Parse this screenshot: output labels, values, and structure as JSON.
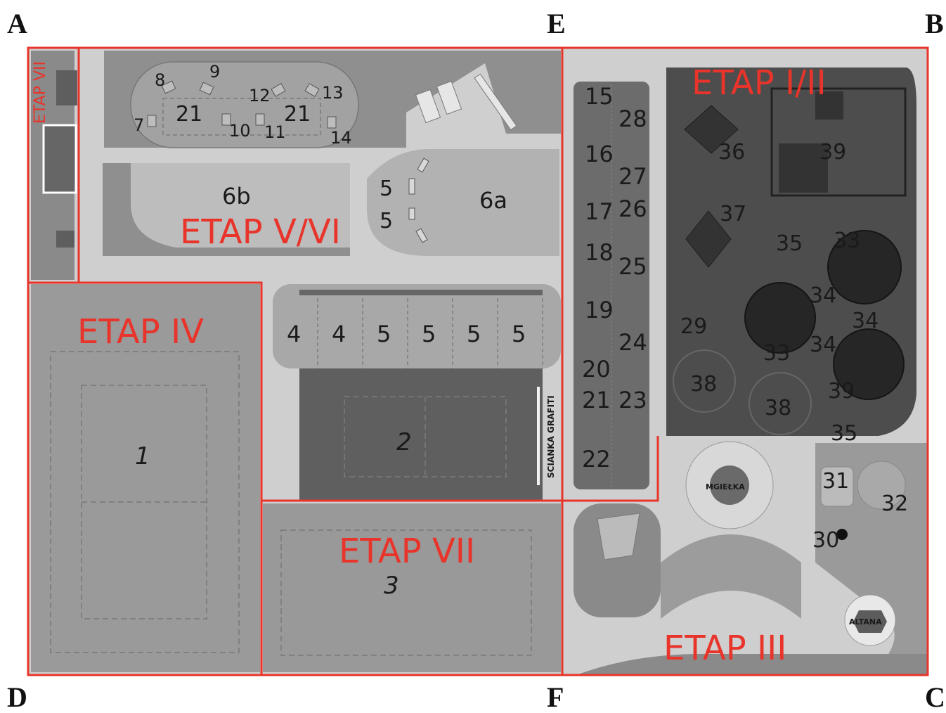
{
  "corners": {
    "A": "A",
    "B": "B",
    "C": "C",
    "D": "D",
    "E": "E",
    "F": "F"
  },
  "etaps": {
    "vii_side": "ETAP VII",
    "v_vi": "ETAP V/VI",
    "i_ii": "ETAP I/II",
    "iv": "ETAP IV",
    "vii": "ETAP VII",
    "iii": "ETAP III"
  },
  "labels": {
    "top_left": [
      "8",
      "9",
      "12",
      "13",
      "7",
      "21",
      "10",
      "11",
      "21",
      "14"
    ],
    "field_6b": "6b",
    "field_6a": "6a",
    "five_a": "5",
    "five_b": "5",
    "court_row": [
      "4",
      "4",
      "5",
      "5",
      "5",
      "5"
    ],
    "court_1": "1",
    "court_2": "2",
    "court_3": "3",
    "graffiti": "SCIANKA GRAFITI",
    "strip_left": [
      "15",
      "16",
      "17",
      "18",
      "19",
      "20",
      "21",
      "22"
    ],
    "strip_right": [
      "28",
      "27",
      "26",
      "25",
      "24",
      "23"
    ],
    "right_area": [
      "36",
      "39",
      "37",
      "35",
      "33",
      "34",
      "34",
      "29",
      "33",
      "34",
      "38",
      "38",
      "39",
      "35",
      "31",
      "32",
      "30"
    ],
    "mgielka": "MGIEŁKA",
    "altana": "ALTANA"
  },
  "colors": {
    "border": "#e8342a",
    "path": "#cfcfcf",
    "lawn": "#8f8f8f",
    "dark": "#5a5a5a"
  }
}
